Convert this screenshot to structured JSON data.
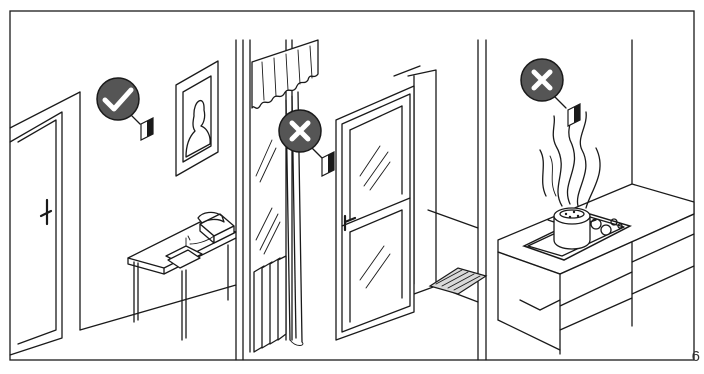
{
  "figure": {
    "page_number": "6",
    "panels": [
      {
        "id": "hallway",
        "verdict": "correct",
        "description_icon": "check-icon"
      },
      {
        "id": "window-door",
        "verdict": "incorrect",
        "description_icon": "cross-icon"
      },
      {
        "id": "kitchen",
        "verdict": "incorrect",
        "description_icon": "cross-icon"
      }
    ],
    "colors": {
      "line": "#1a1a1a",
      "badge_fill": "#555555",
      "badge_outline": "#1a1a1a",
      "badge_symbol": "#ffffff",
      "background": "#ffffff"
    }
  }
}
